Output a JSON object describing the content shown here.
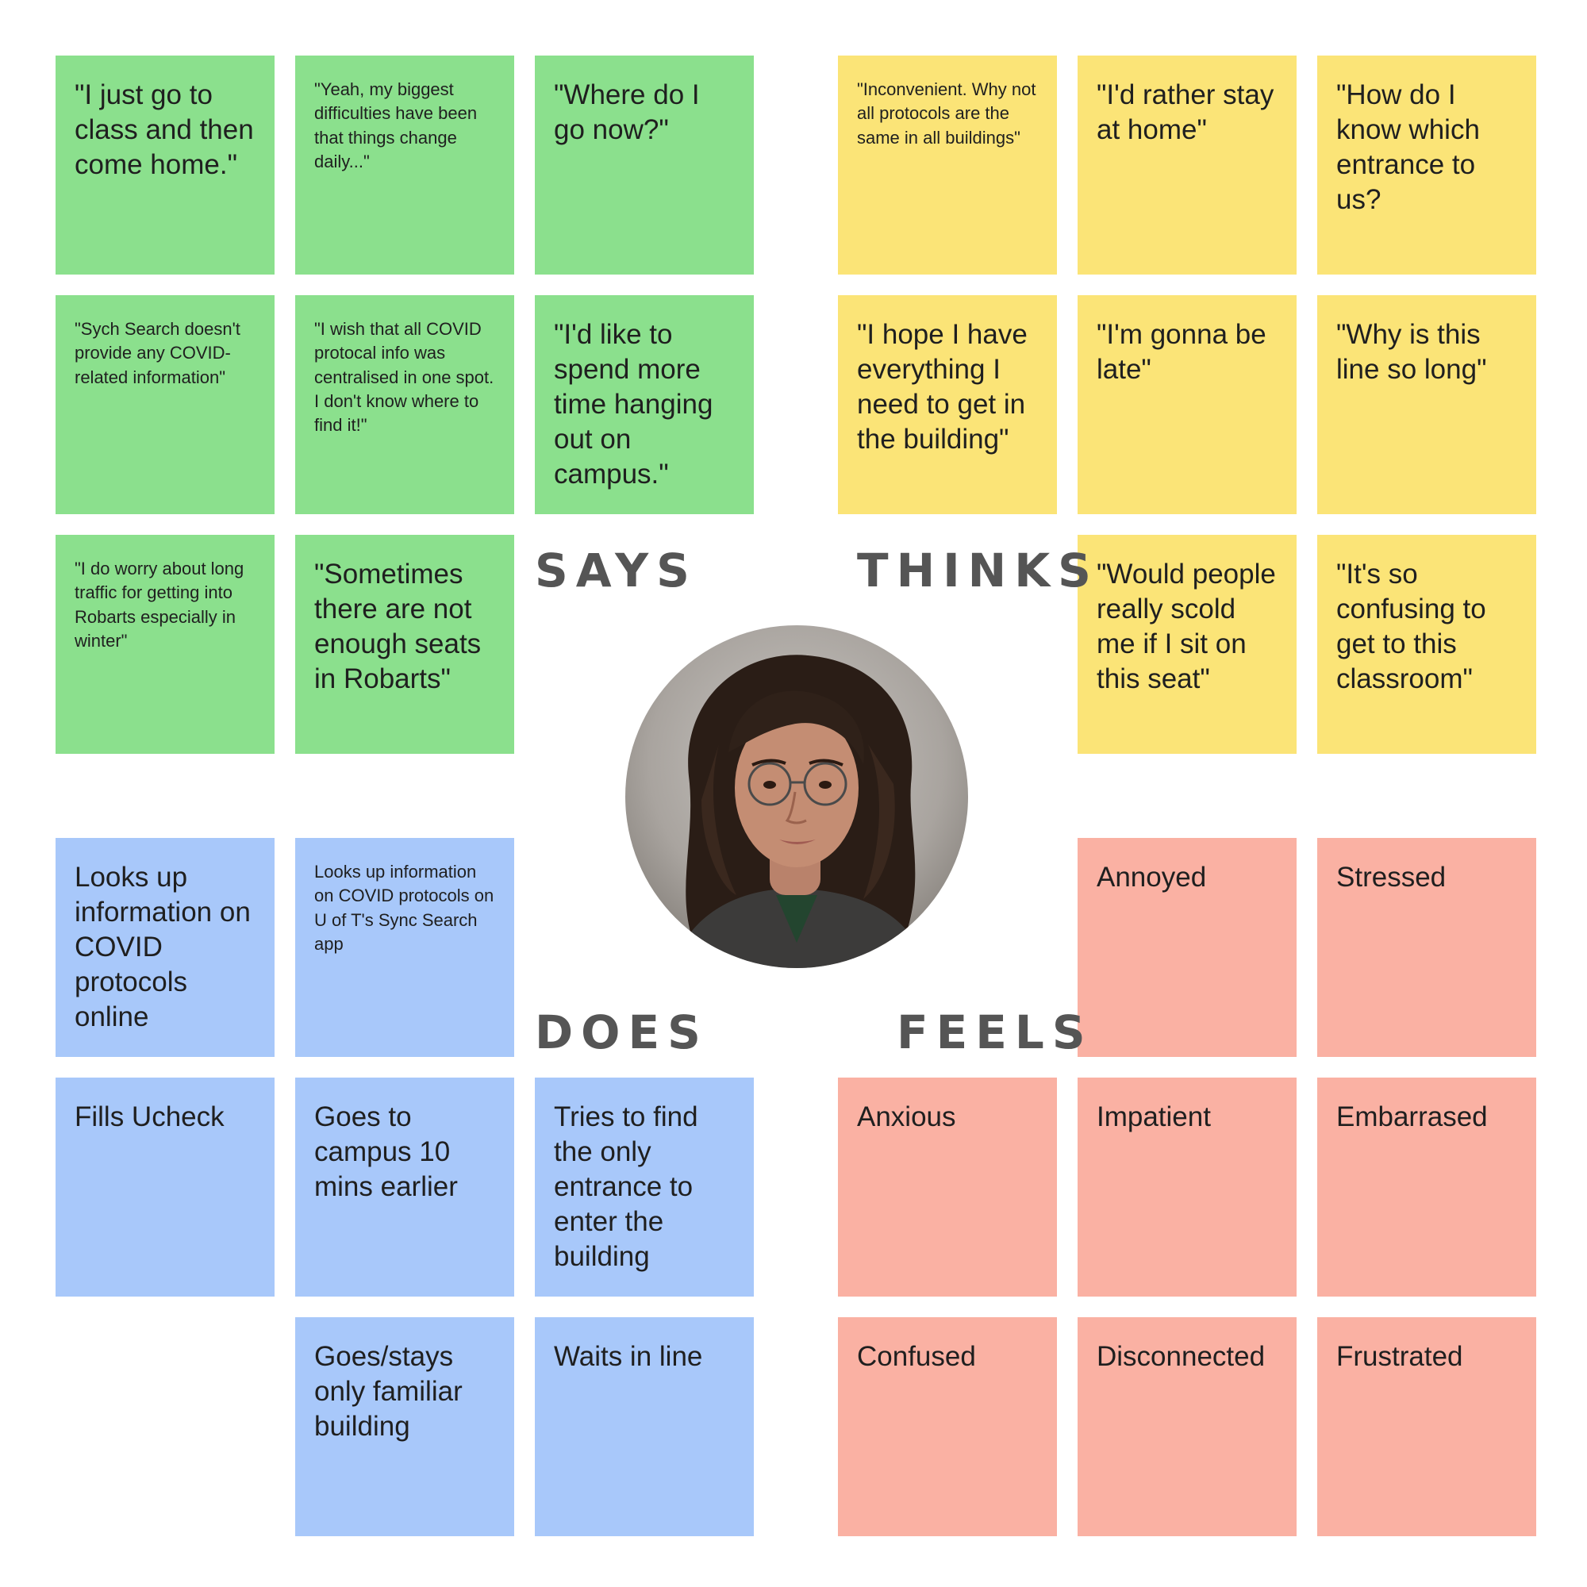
{
  "colors": {
    "says": "#8be08d",
    "thinks": "#fbe477",
    "does": "#a8c8fa",
    "feels": "#fab1a3",
    "label": "#555555"
  },
  "labels": {
    "says": "SAYS",
    "thinks": "THINKS",
    "does": "DOES",
    "feels": "FEELS"
  },
  "avatar": {
    "icon": "person-portrait-photo"
  },
  "says": [
    "\"I just go to class and then come home.\"",
    "\"Yeah, my biggest difficulties have been that things change daily...\"",
    "\"Where do I go now?\"",
    "\"Sych Search doesn't provide any COVID-related information\"",
    "\"I wish that all COVID protocal info was centralised in one spot. I don't know where to find it!\"",
    "\"I'd like to spend more time hanging out on campus.\"",
    "\"I do worry about long traffic for getting into Robarts especially in winter\"",
    "\"Sometimes there are not enough seats in Robarts\""
  ],
  "thinks": [
    "\"Inconvenient. Why not all protocols are the same in all buildings\"",
    "\"I'd rather stay at home\"",
    "\"How do I know which entrance to us?",
    "\"I hope I have everything I need to get in the building\"",
    "\"I'm gonna be late\"",
    "\"Why is this line so long\"",
    "\"Would people really scold me if I sit on this seat\"",
    "\"It's so confusing to get to this classroom\""
  ],
  "does": [
    "Looks up information on COVID protocols online",
    "Looks up information on COVID protocols on U of T's Sync Search app",
    "Fills Ucheck",
    "Goes to campus 10 mins earlier",
    "Tries to find the only entrance to enter the building",
    "Goes/stays only familiar building",
    "Waits in line"
  ],
  "feels": [
    "Annoyed",
    "Stressed",
    "Anxious",
    "Impatient",
    "Embarrased",
    "Confused",
    "Disconnected",
    "Frustrated"
  ]
}
